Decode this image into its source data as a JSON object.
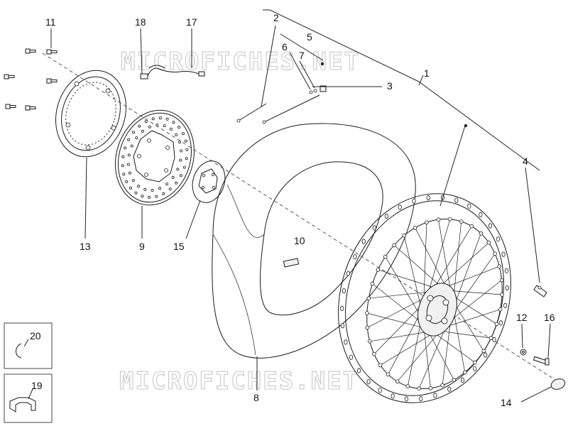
{
  "watermark": {
    "top": "MICROFICHES.NET",
    "bottom": "MICROFICHES.NET"
  },
  "callouts": [
    {
      "id": "1",
      "label": "1"
    },
    {
      "id": "2",
      "label": "2"
    },
    {
      "id": "3",
      "label": "3"
    },
    {
      "id": "4",
      "label": "4"
    },
    {
      "id": "5",
      "label": "5"
    },
    {
      "id": "6",
      "label": "6"
    },
    {
      "id": "7",
      "label": "7"
    },
    {
      "id": "8",
      "label": "8"
    },
    {
      "id": "9",
      "label": "9"
    },
    {
      "id": "10",
      "label": "10"
    },
    {
      "id": "11",
      "label": "11"
    },
    {
      "id": "12",
      "label": "12"
    },
    {
      "id": "13",
      "label": "13"
    },
    {
      "id": "14",
      "label": "14"
    },
    {
      "id": "15",
      "label": "15"
    },
    {
      "id": "16",
      "label": "16"
    },
    {
      "id": "17",
      "label": "17"
    },
    {
      "id": "18",
      "label": "18"
    },
    {
      "id": "19",
      "label": "19"
    },
    {
      "id": "20",
      "label": "20"
    }
  ],
  "parts": {
    "tyre_label": "8",
    "rim_label": "1",
    "brake_disc_label": "9",
    "abs_ring_label": "13",
    "cush_plate_label": "15",
    "valve_label": "4"
  }
}
